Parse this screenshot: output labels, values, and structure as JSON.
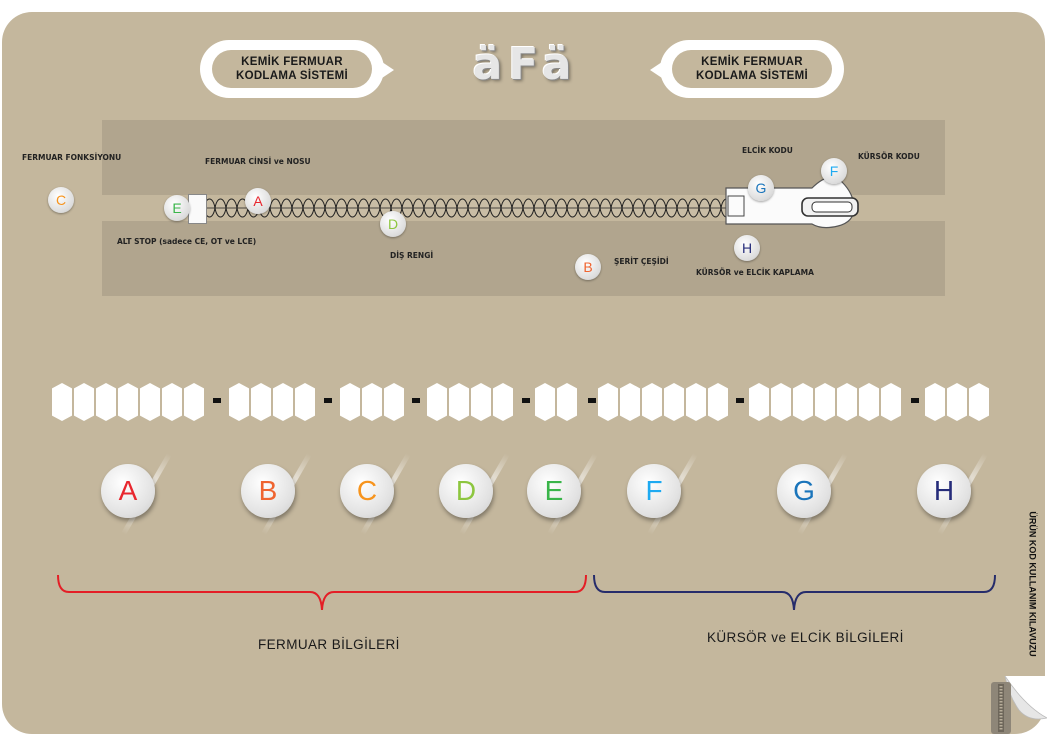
{
  "brand": {
    "logo_text": "äFä"
  },
  "header": {
    "left_bubble": {
      "line1": "KEMİK FERMUAR",
      "line2": "KODLAMA SİSTEMİ"
    },
    "right_bubble": {
      "line1": "KEMİK FERMUAR",
      "line2": "KODLAMA SİSTEMİ"
    }
  },
  "diagram": {
    "labels": {
      "fermuar_fonksiyonu": "FERMUAR FONKSİYONU",
      "fermuar_cinsi": "FERMUAR CİNSİ ve NOSU",
      "elcik_kodu": "ELCİK KODU",
      "kursor_kodu": "KÜRSÖR KODU",
      "alt_stop": "ALT STOP (sadece CE, OT ve LCE)",
      "dis_rengi": "DİŞ RENGİ",
      "serit_cesidi": "ŞERİT ÇEŞİDİ",
      "kaplama": "KÜRSÖR ve ELCİK KAPLAMA"
    },
    "markers": {
      "A": "A",
      "B": "B",
      "C": "C",
      "D": "D",
      "E": "E",
      "F": "F",
      "G": "G",
      "H": "H"
    }
  },
  "code_groups": [
    {
      "letter": "A",
      "color": "#e8262e",
      "slots": 7
    },
    {
      "letter": "B",
      "color": "#ef6430",
      "slots": 4
    },
    {
      "letter": "C",
      "color": "#f7941d",
      "slots": 3
    },
    {
      "letter": "D",
      "color": "#8dc63f",
      "slots": 4
    },
    {
      "letter": "E",
      "color": "#3ab54a",
      "slots": 2
    },
    {
      "letter": "F",
      "color": "#1eaaf1",
      "slots": 6
    },
    {
      "letter": "G",
      "color": "#1b75bb",
      "slots": 7
    },
    {
      "letter": "H",
      "color": "#262c7a",
      "slots": 3
    }
  ],
  "separator": "-",
  "captions": {
    "fermuar_bilgileri": "FERMUAR BİLGİLERİ",
    "kursor_bilgileri": "KÜRSÖR ve ELCİK BİLGİLERİ"
  },
  "side_title": "ÜRÜN KOD KULLANIM KILAVUZU",
  "colors": {
    "background": "#c4b79d",
    "band": "#b1a58e",
    "bracket_left": "#e41e26",
    "bracket_right": "#262c6b"
  }
}
